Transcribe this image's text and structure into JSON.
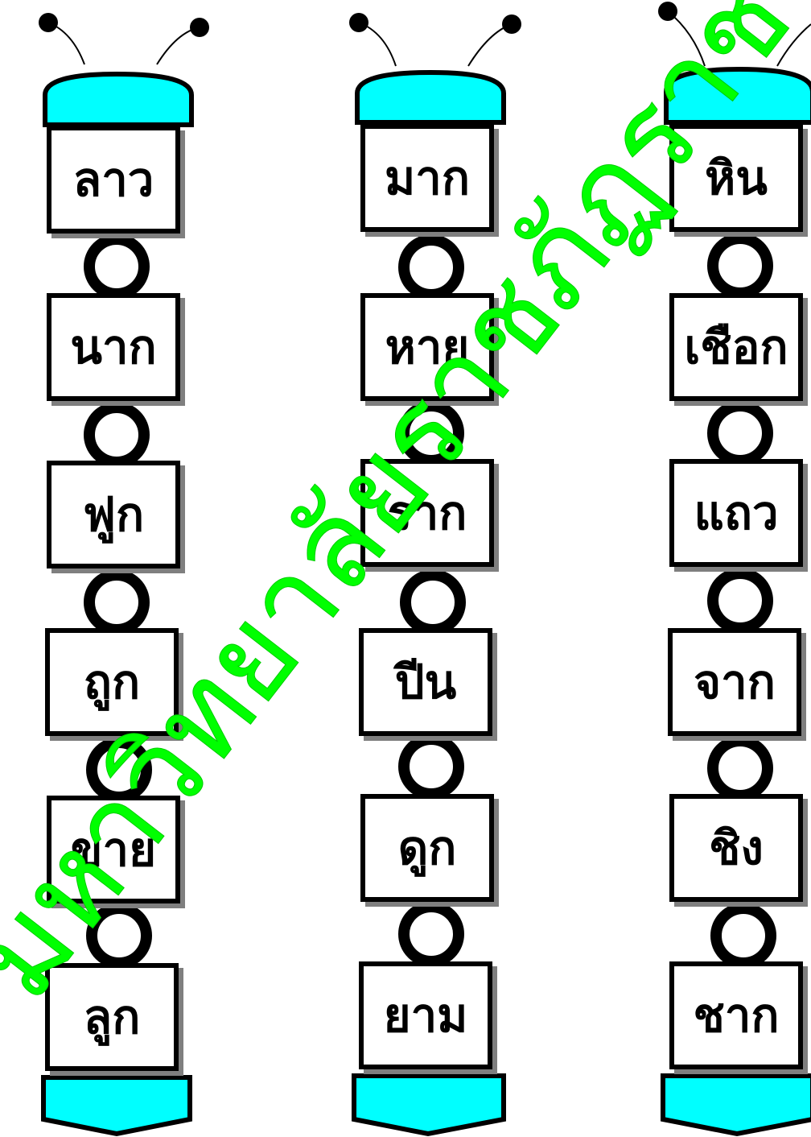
{
  "columns": [
    {
      "words": [
        "ลาว",
        "นาก",
        "ฟูก",
        "ถูก",
        "ขาย",
        "ลูก"
      ]
    },
    {
      "words": [
        "มาก",
        "หาย",
        "ราก",
        "ปีน",
        "ดูก",
        "ยาม"
      ]
    },
    {
      "words": [
        "หิน",
        "เชือก",
        "แถว",
        "จาก",
        "ชิง",
        "ชาก"
      ]
    }
  ],
  "watermark": "มหาวิทยาลัยราชภัฏราชนครินทร์",
  "colors": {
    "cap": "#00ffff",
    "watermark": "#00ff00",
    "outline": "#000000",
    "shadow": "#7f7f7f"
  }
}
